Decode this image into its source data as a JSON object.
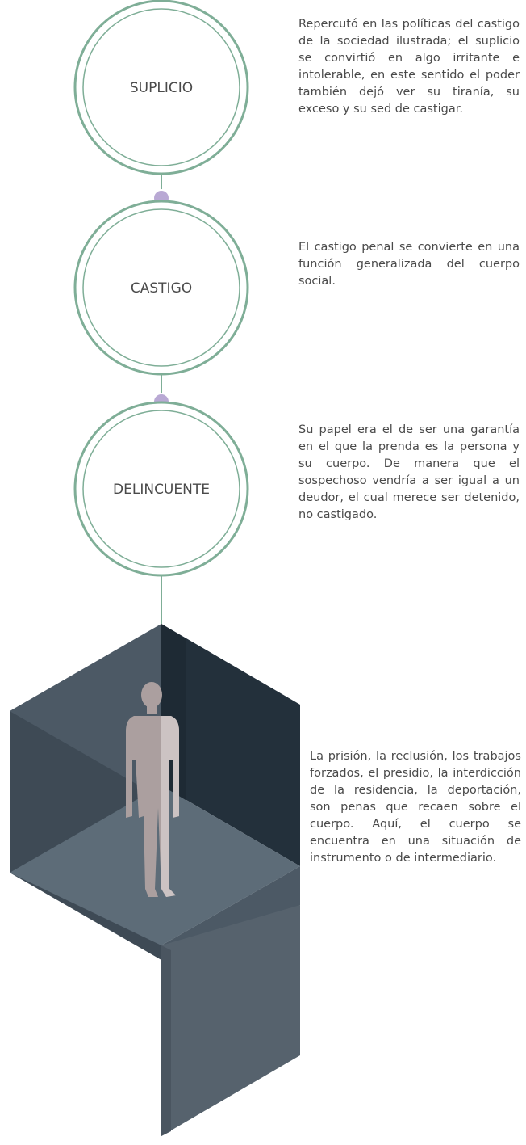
{
  "nodes": [
    {
      "label": "SUPLICIO",
      "description": "Repercutó en las políticas del castigo de la sociedad ilustra­da; el suplicio se convirtió en algo irritante e intolerable, en este sentido el poder también dejó ver su tiranía, su exceso y su sed de castigar."
    },
    {
      "label": "CASTIGO",
      "description": "El castigo penal se convierte en una función generalizada del cuerpo social."
    },
    {
      "label": "DELINCUENTE",
      "description": "Su papel era el de ser una garantía en el que la prenda es la persona y su cuerpo. De manera que el sospechoso vendría a ser igual a un deudor, el cual merece ser detenido, no castigado."
    }
  ],
  "prison": {
    "description": "La prisión, la reclusión, los tra­bajos forzados, el presidio, la interdicción de la residencia, la deportación, son penas que recaen sobre el cuerpo. Aquí, el cuerpo se encuentra en una situación de instrumento o de intermediario."
  },
  "colors": {
    "ring": "#7fae97",
    "connector_dot": "#b9a9d4",
    "text": "#4a4a4a",
    "box_dark": "#23303b",
    "box_mid": "#3e4a55",
    "box_floor": "#5d6c78",
    "box_light": "#4c5965",
    "figure": "#ab9f9f"
  }
}
